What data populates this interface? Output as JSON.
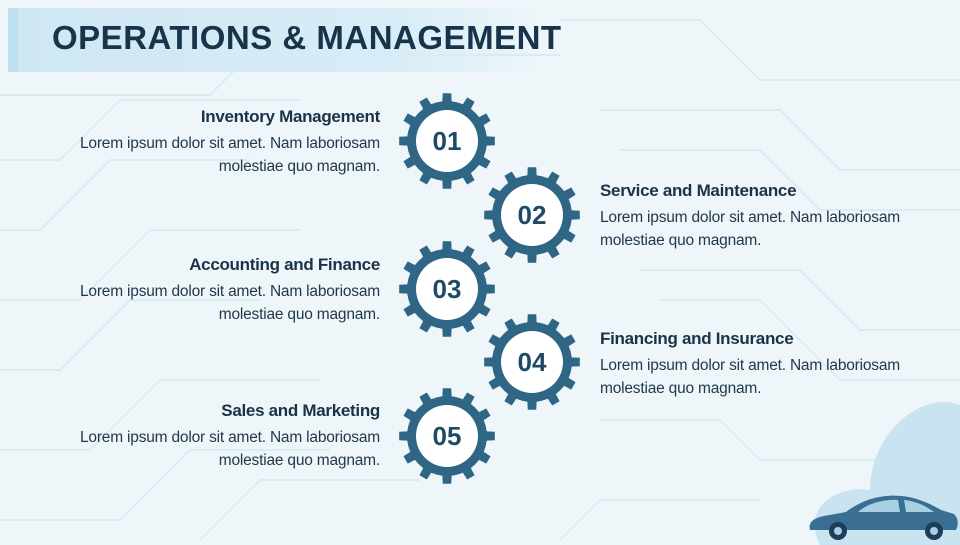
{
  "slide": {
    "title": "OPERATIONS & MANAGEMENT"
  },
  "colors": {
    "gear": "#2f6686",
    "title_bar": "#d2e8f4",
    "background": "#eef6fa",
    "text_dark": "#1c3246"
  },
  "items": [
    {
      "number": "01",
      "title": "Inventory Management",
      "description": "Lorem ipsum dolor sit amet. Nam laboriosam molestiae quo magnam."
    },
    {
      "number": "02",
      "title": "Service and Maintenance",
      "description": "Lorem ipsum dolor sit amet. Nam laboriosam molestiae quo magnam."
    },
    {
      "number": "03",
      "title": "Accounting and Finance",
      "description": "Lorem ipsum dolor sit amet. Nam laboriosam molestiae quo magnam."
    },
    {
      "number": "04",
      "title": "Financing and Insurance",
      "description": "Lorem ipsum dolor sit amet. Nam laboriosam molestiae quo magnam."
    },
    {
      "number": "05",
      "title": "Sales and Marketing",
      "description": "Lorem ipsum dolor sit amet. Nam laboriosam molestiae quo magnam."
    }
  ],
  "decorations": {
    "car_icon": "sports-car-icon",
    "gear_icon": "gear-icon"
  }
}
